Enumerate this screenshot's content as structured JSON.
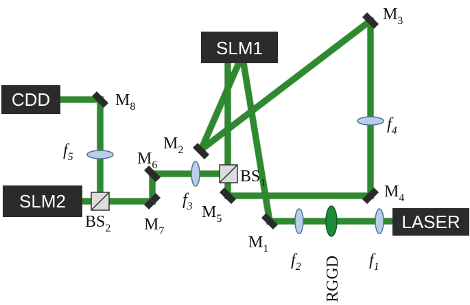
{
  "colors": {
    "beam": "#2f8a2f",
    "beam_dark": "#175a17",
    "device": "#2b2b2b",
    "mirror": "#2b2b2b",
    "lens_fill": "#b9cde6",
    "lens_edge": "#4f6f9a",
    "rggd_fill": "#1f8a3a",
    "bs_fill": "#dcdcdc"
  },
  "devices": {
    "slm1": "SLM1",
    "slm2": "SLM2",
    "cdd": "CDD",
    "laser": "LASER"
  },
  "mirrors": {
    "m1": {
      "base": "M",
      "sub": "1"
    },
    "m2": {
      "base": "M",
      "sub": "2"
    },
    "m3": {
      "base": "M",
      "sub": "3"
    },
    "m4": {
      "base": "M",
      "sub": "4"
    },
    "m5": {
      "base": "M",
      "sub": "5"
    },
    "m6": {
      "base": "M",
      "sub": "6"
    },
    "m7": {
      "base": "M",
      "sub": "7"
    },
    "m8": {
      "base": "M",
      "sub": "8"
    }
  },
  "splitters": {
    "bs1": {
      "base": "BS",
      "sub": "1"
    },
    "bs2": {
      "base": "BS",
      "sub": "2"
    }
  },
  "lenses": {
    "f1": {
      "base": "f",
      "sub": "1"
    },
    "f2": {
      "base": "f",
      "sub": "2"
    },
    "f3": {
      "base": "f",
      "sub": "3"
    },
    "f4": {
      "base": "f",
      "sub": "4"
    },
    "f5": {
      "base": "f",
      "sub": "5"
    }
  },
  "rggd": "RGGD"
}
